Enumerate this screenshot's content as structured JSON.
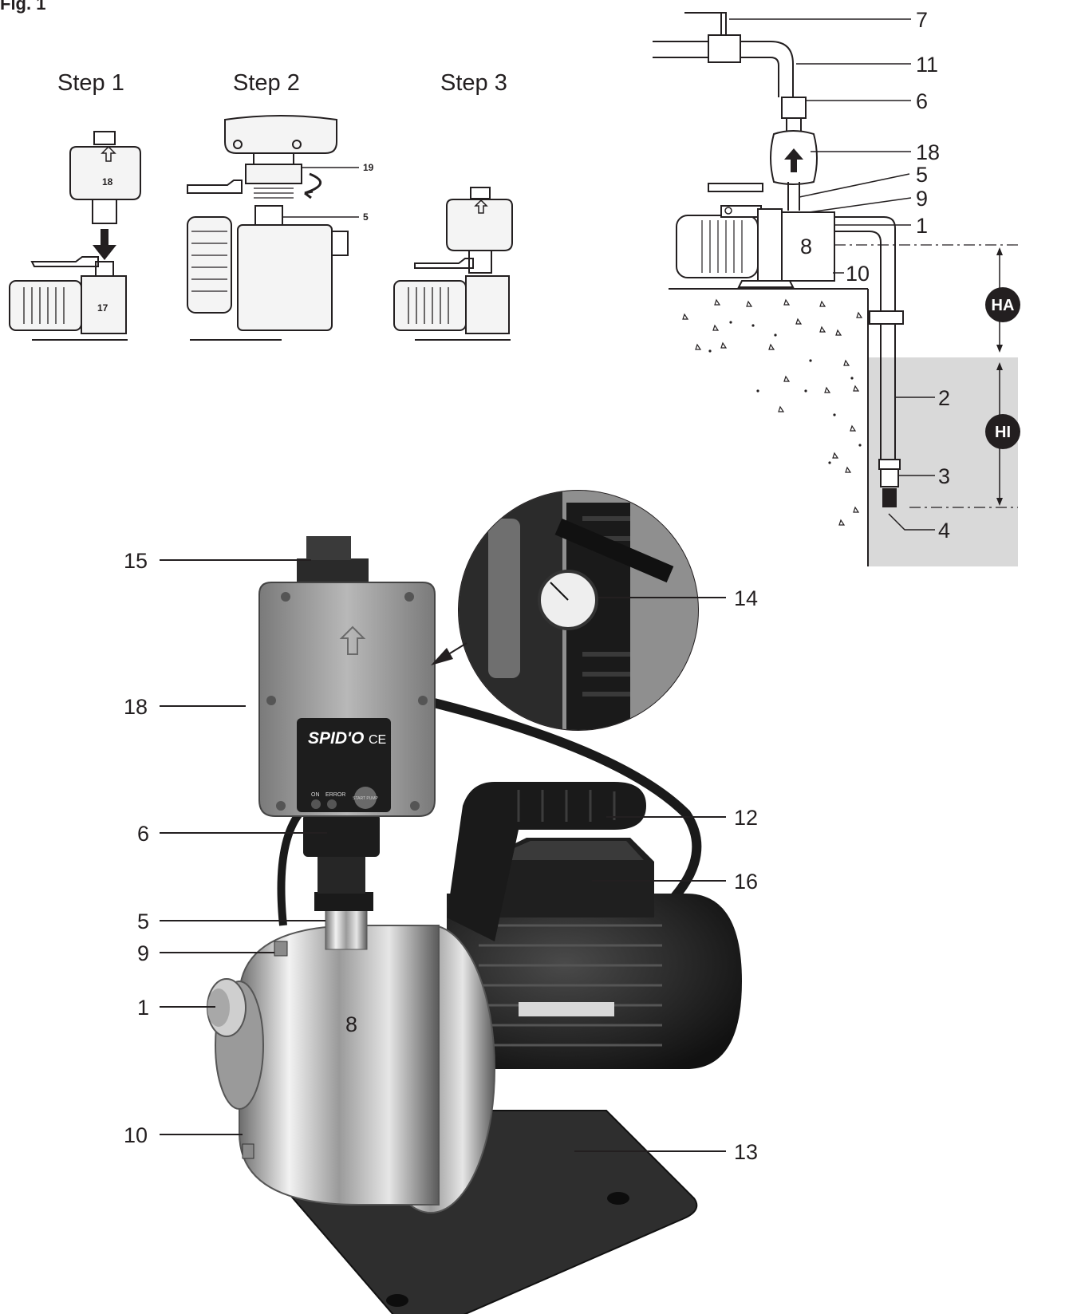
{
  "figure": {
    "title": "Fig. 1",
    "steps": [
      {
        "label": "Step 1"
      },
      {
        "label": "Step 2"
      },
      {
        "label": "Step 3"
      }
    ],
    "step_callouts": {
      "step1_control": "18",
      "step1_pump": "17",
      "step2_ring": "19",
      "step2_port": "5"
    },
    "install_callouts": [
      "7",
      "11",
      "6",
      "18",
      "5",
      "9",
      "1",
      "8",
      "10",
      "2",
      "3",
      "4"
    ],
    "levels": [
      {
        "label": "HA",
        "color": "#231f20"
      },
      {
        "label": "HI",
        "color": "#231f20"
      }
    ],
    "photo_callouts_left": [
      "15",
      "18",
      "6",
      "5",
      "9",
      "1",
      "10"
    ],
    "photo_callouts_right": [
      "14",
      "12",
      "16",
      "13"
    ],
    "photo_body_label": "8",
    "brand": "SPID'O",
    "ce_mark": "CE",
    "panel_indicators": [
      "ON",
      "ERROR"
    ],
    "panel_button": "START PUMP",
    "colors": {
      "ink": "#231f20",
      "water": "#d9d9d9",
      "steel": "#c8c8c8",
      "motor": "#2b2b2b"
    }
  }
}
